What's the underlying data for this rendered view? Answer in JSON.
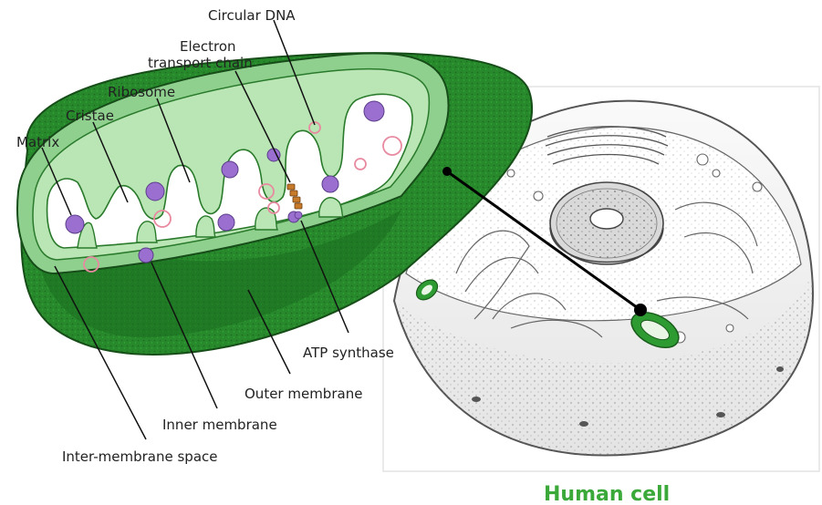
{
  "labels": {
    "circular_dna": "Circular DNA",
    "etc_line1": "Electron",
    "etc_line2": "transport chain",
    "ribosome": "Ribosome",
    "cristae": "Cristae",
    "matrix": "Matrix",
    "atp_synthase": "ATP synthase",
    "outer_membrane": "Outer membrane",
    "inner_membrane": "Inner membrane",
    "intermembrane_space": "Inter-membrane space"
  },
  "cell_caption": "Human cell",
  "colors": {
    "mito_dark": "#1f7a23",
    "mito_mid": "#2e9a32",
    "mito_light": "#8fd08f",
    "inner_rim": "#b9e6b4",
    "matrix_bg": "#ffffff",
    "ribosome_purple": "#9a6fd0",
    "dna_pink": "#e88aa0",
    "atp_orange": "#c77b2a",
    "caption_green": "#3aa93a",
    "cell_fill": "#f2f2f2",
    "cell_line": "#555555"
  }
}
